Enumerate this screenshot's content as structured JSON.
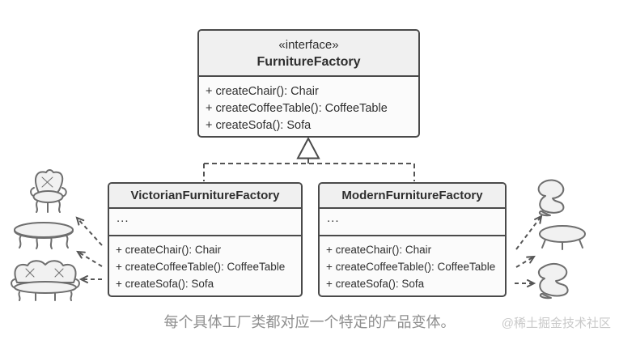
{
  "diagram": {
    "interface_box": {
      "stereotype": "«interface»",
      "name": "FurnitureFactory",
      "methods": [
        "+ createChair(): Chair",
        "+ createCoffeeTable(): CoffeeTable",
        "+ createSofa(): Sofa"
      ]
    },
    "victorian_factory": {
      "name": "VictorianFurnitureFactory",
      "fields_placeholder": "...",
      "methods": [
        "+ createChair(): Chair",
        "+ createCoffeeTable(): CoffeeTable",
        "+ createSofa(): Sofa"
      ]
    },
    "modern_factory": {
      "name": "ModernFurnitureFactory",
      "fields_placeholder": "...",
      "methods": [
        "+ createChair(): Chair",
        "+ createCoffeeTable(): CoffeeTable",
        "+ createSofa(): Sofa"
      ]
    },
    "left_product_icons": [
      "victorian-chair-icon",
      "victorian-coffee-table-icon",
      "victorian-sofa-icon"
    ],
    "right_product_icons": [
      "modern-chair-icon",
      "modern-coffee-table-icon",
      "modern-sofa-icon"
    ],
    "caption": "每个具体工厂类都对应一个特定的产品变体。",
    "watermark": "@稀土掘金技术社区",
    "colors": {
      "box_border": "#4a4a4a",
      "header_fill": "#f0f0f0",
      "body_fill": "#fbfbfb",
      "connector_line": "#555555",
      "text": "#2f2f2f",
      "caption_text": "#8e8e8e",
      "watermark_text": "#c9c9c9",
      "icon_stroke": "#6e6e6e",
      "icon_fill": "#f1f1f1"
    }
  }
}
